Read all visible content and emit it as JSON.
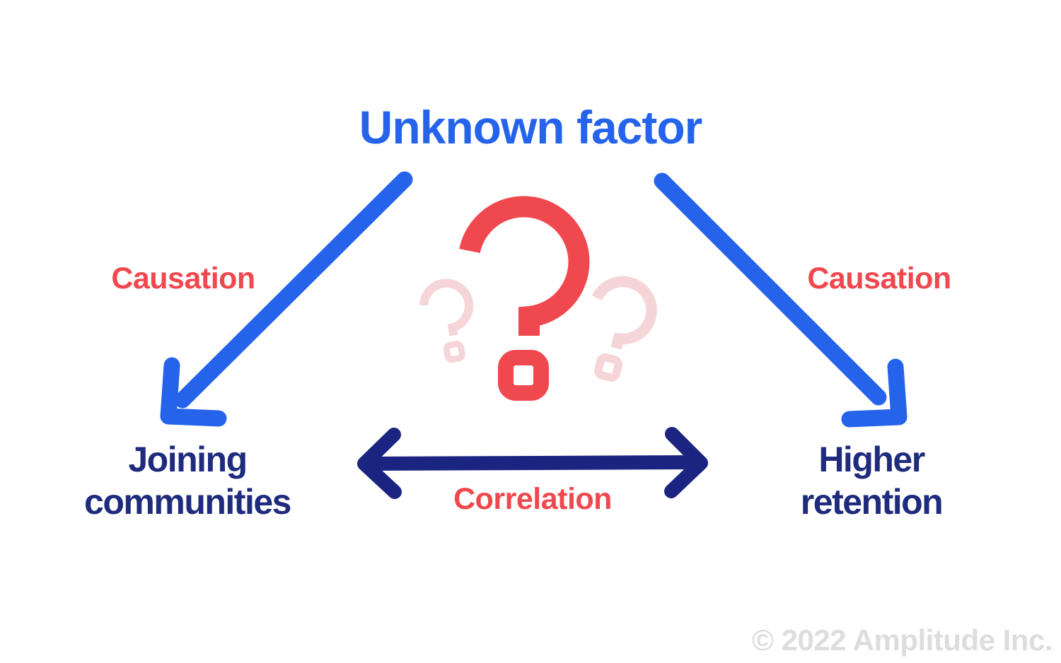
{
  "diagram": {
    "title": "Unknown factor",
    "causation_left_label": "Causation",
    "causation_right_label": "Causation",
    "correlation_label": "Correlation",
    "left_node": {
      "line1": "Joining",
      "line2": "communities"
    },
    "right_node": {
      "line1": "Higher",
      "line2": "retention"
    },
    "copyright": "© 2022 Amplitude Inc."
  },
  "icons": {
    "center": "question-mark-icon",
    "arrows": [
      "causation-arrow-left",
      "causation-arrow-right",
      "correlation-double-arrow"
    ]
  },
  "colors": {
    "title_blue": "#2563EB",
    "arrow_blue": "#2563EB",
    "navy_text": "#1F2B7C",
    "arrow_navy": "#1B2480",
    "red": "#F0484F",
    "faint_pink": "#F6D5D8",
    "copyright_gray": "#DDDDDD",
    "background": "#FFFFFF"
  }
}
